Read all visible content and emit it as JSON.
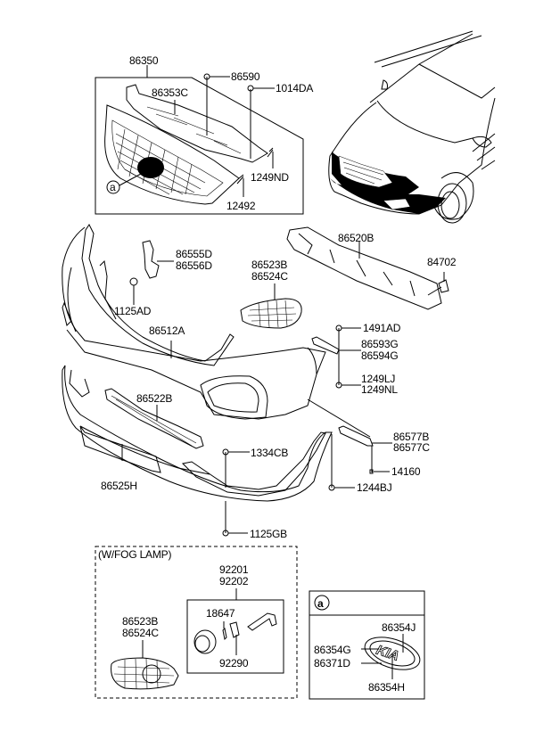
{
  "diagram": {
    "title": "Front Bumper & Radiator Grille Assembly",
    "groups": {
      "grille_box_label": "86350",
      "fog_lamp_box_title": "(W/FOG LAMP)",
      "emblem_box_callout": "a"
    },
    "callouts": {
      "grille_emblem_ref": "a"
    },
    "labels": [
      {
        "id": "86350",
        "text": "86350"
      },
      {
        "id": "86590",
        "text": "86590"
      },
      {
        "id": "86353C",
        "text": "86353C"
      },
      {
        "id": "1014DA",
        "text": "1014DA"
      },
      {
        "id": "1249ND",
        "text": "1249ND"
      },
      {
        "id": "12492",
        "text": "12492"
      },
      {
        "id": "86520B",
        "text": "86520B"
      },
      {
        "id": "84702",
        "text": "84702"
      },
      {
        "id": "86555D",
        "text": "86555D"
      },
      {
        "id": "86556D",
        "text": "86556D"
      },
      {
        "id": "86523B_top",
        "text": "86523B"
      },
      {
        "id": "86524C_top",
        "text": "86524C"
      },
      {
        "id": "1125AD",
        "text": "1125AD"
      },
      {
        "id": "86512A",
        "text": "86512A"
      },
      {
        "id": "1491AD",
        "text": "1491AD"
      },
      {
        "id": "86593G",
        "text": "86593G"
      },
      {
        "id": "86594G",
        "text": "86594G"
      },
      {
        "id": "1249LJ",
        "text": "1249LJ"
      },
      {
        "id": "1249NL",
        "text": "1249NL"
      },
      {
        "id": "86522B",
        "text": "86522B"
      },
      {
        "id": "86577B",
        "text": "86577B"
      },
      {
        "id": "86577C",
        "text": "86577C"
      },
      {
        "id": "1334CB",
        "text": "1334CB"
      },
      {
        "id": "14160",
        "text": "14160"
      },
      {
        "id": "86525H",
        "text": "86525H"
      },
      {
        "id": "1244BJ",
        "text": "1244BJ"
      },
      {
        "id": "1125GB",
        "text": "1125GB"
      },
      {
        "id": "92201",
        "text": "92201"
      },
      {
        "id": "92202",
        "text": "92202"
      },
      {
        "id": "18647",
        "text": "18647"
      },
      {
        "id": "92290",
        "text": "92290"
      },
      {
        "id": "86523B_fog",
        "text": "86523B"
      },
      {
        "id": "86524C_fog",
        "text": "86524C"
      },
      {
        "id": "86354J",
        "text": "86354J"
      },
      {
        "id": "86354G",
        "text": "86354G"
      },
      {
        "id": "86371D",
        "text": "86371D"
      },
      {
        "id": "86354H",
        "text": "86354H"
      }
    ]
  }
}
